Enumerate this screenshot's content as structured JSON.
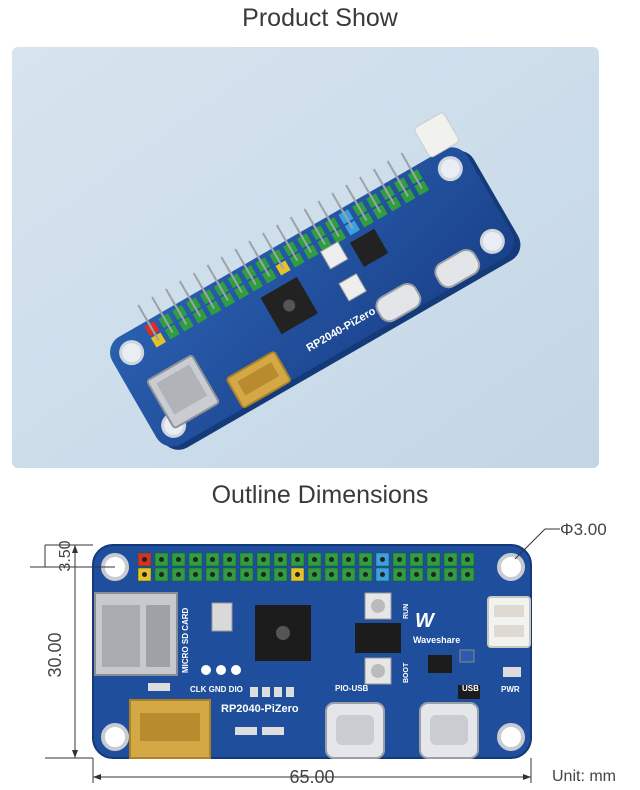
{
  "sections": {
    "product_title": "Product Show",
    "outline_title": "Outline Dimensions"
  },
  "board_labels": {
    "model": "RP2040-PiZero",
    "brand": "Waveshare",
    "sd": "MICRO SD CARD",
    "debug": "CLK GND DIO",
    "pio_usb": "PIO-USB",
    "usb": "USB",
    "pwr": "PWR",
    "run": "RUN",
    "boot": "BOOT"
  },
  "dimensions": {
    "hole": "Φ3.00",
    "top_offset": "3.50",
    "height": "30.00",
    "width": "65.00",
    "unit": "Unit: mm"
  },
  "colors": {
    "pcb": "#1f4e9c",
    "pin_green": "#2e9e3e",
    "pin_red": "#d93025",
    "pin_yellow": "#e6c229",
    "pin_blue": "#3aa0e0",
    "hdmi_gold": "#d4a845"
  }
}
